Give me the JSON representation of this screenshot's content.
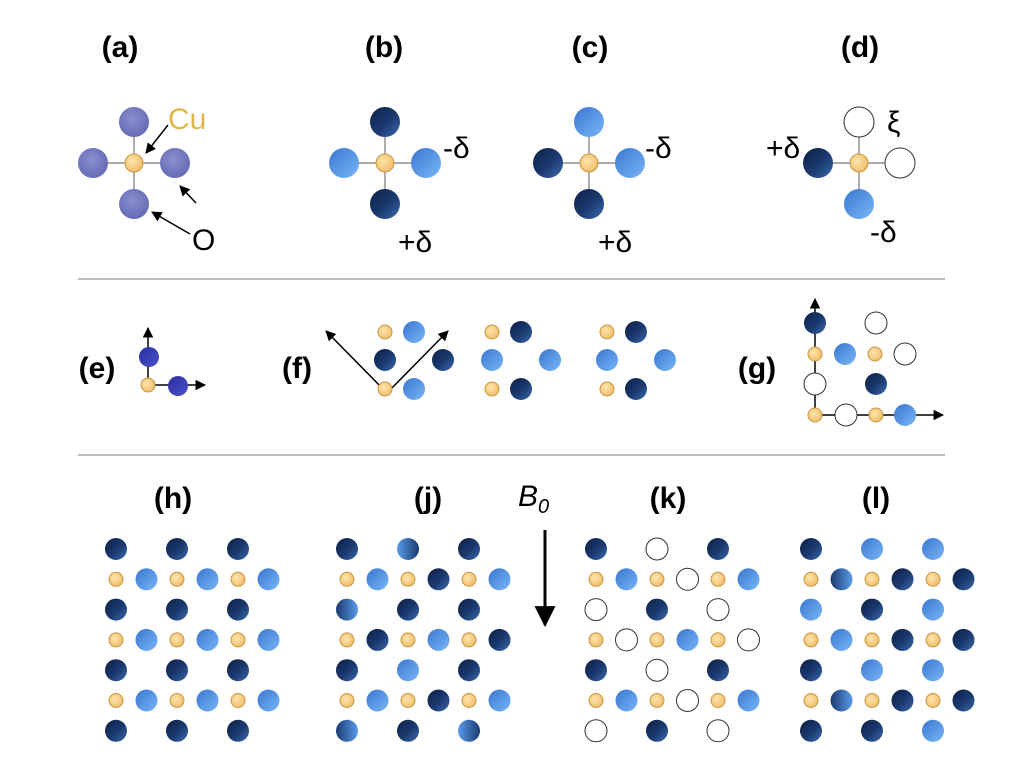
{
  "panels": {
    "a": "(a)",
    "b": "(b)",
    "c": "(c)",
    "d": "(d)",
    "e": "(e)",
    "f": "(f)",
    "g": "(g)",
    "h": "(h)",
    "j": "(j)",
    "k": "(k)",
    "l": "(l)"
  },
  "annotations": {
    "cu": "Cu",
    "o": "O",
    "b_minus": "-δ",
    "b_plus": "+δ",
    "c_minus": "-δ",
    "c_plus": "+δ",
    "d_plus": "+δ",
    "d_xi": "ξ",
    "d_minus": "-δ"
  },
  "field": {
    "symbol": "B",
    "subscript": "0"
  },
  "colors": {
    "copper": "#f4cd80",
    "oxygen_neutral": "#7278c0",
    "oxygen_dark": "#17305e",
    "oxygen_light": "#4f93e8",
    "oxygen_empty": "#ffffff",
    "axes": "#000000",
    "separator": "#bdbdbd",
    "cu_label": "#e0b84a"
  }
}
